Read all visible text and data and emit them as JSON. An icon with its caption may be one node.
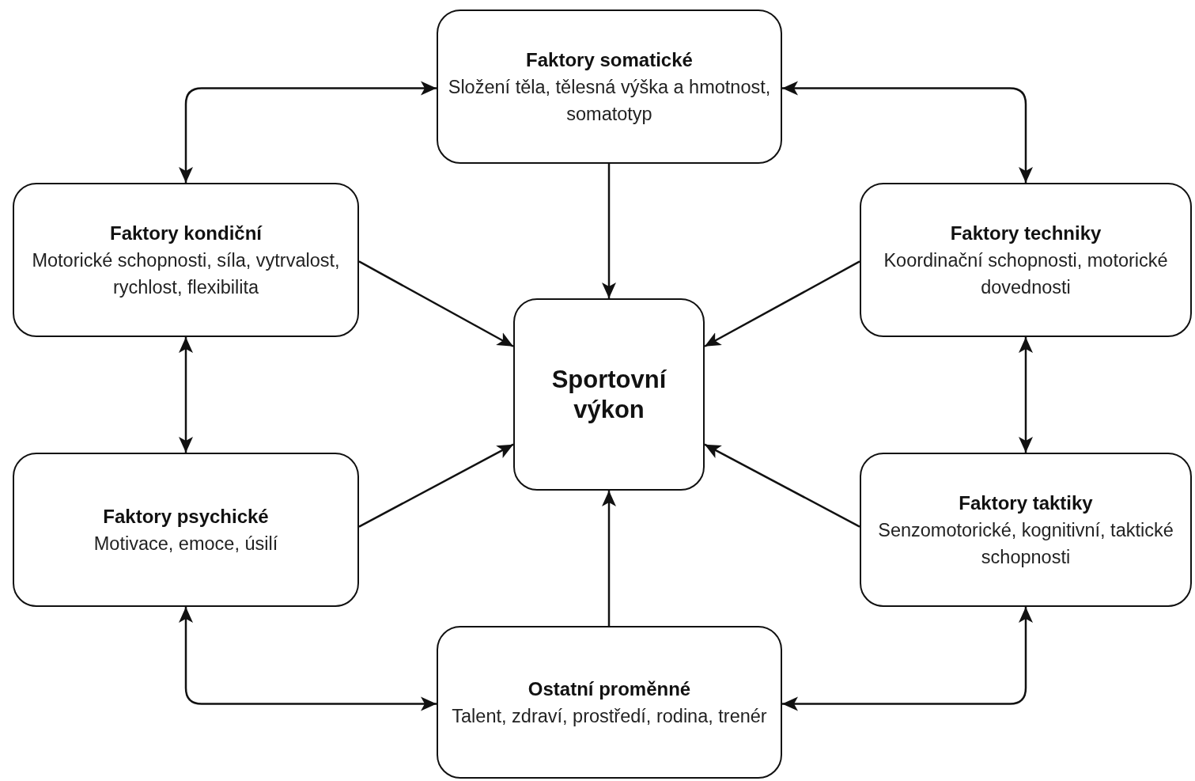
{
  "diagram": {
    "nodes": [
      {
        "text": [
          "Faktory somatické",
          "Složení těla, tělesná výška a hmotnost, somatotyp"
        ]
      },
      {
        "text": [
          "Faktory kondiční",
          "Motorické schopnosti, síla, vytrvalost, rychlost, flexibilita"
        ]
      },
      {
        "text": [
          "Faktory techniky",
          "Koordinační schopnosti, motorické dovednosti"
        ]
      },
      {
        "text": [
          "Sportovní výkon"
        ]
      },
      {
        "text": [
          "Faktory psychické",
          "Motivace, emoce, úsilí"
        ]
      },
      {
        "text": [
          "Faktory taktiky",
          "Senzomotorické, kognitivní, taktické schopnosti"
        ]
      },
      {
        "text": [
          "Ostatní proměnné",
          "Talent, zdraví, prostředí, rodina, trenér"
        ]
      }
    ],
    "edges": [
      {
        "from": 0,
        "to": 3,
        "arrow": "to"
      },
      {
        "from": 1,
        "to": 3,
        "arrow": "to"
      },
      {
        "from": 2,
        "to": 3,
        "arrow": "to"
      },
      {
        "from": 4,
        "to": 3,
        "arrow": "to"
      },
      {
        "from": 5,
        "to": 3,
        "arrow": "to"
      },
      {
        "from": 6,
        "to": 3,
        "arrow": "to"
      },
      {
        "from": 1,
        "to": 0,
        "arrow": "both"
      },
      {
        "from": 2,
        "to": 0,
        "arrow": "both"
      },
      {
        "from": 1,
        "to": 4,
        "arrow": "both"
      },
      {
        "from": 2,
        "to": 5,
        "arrow": "both"
      },
      {
        "from": 4,
        "to": 6,
        "arrow": "both"
      },
      {
        "from": 5,
        "to": 6,
        "arrow": "both"
      }
    ]
  }
}
